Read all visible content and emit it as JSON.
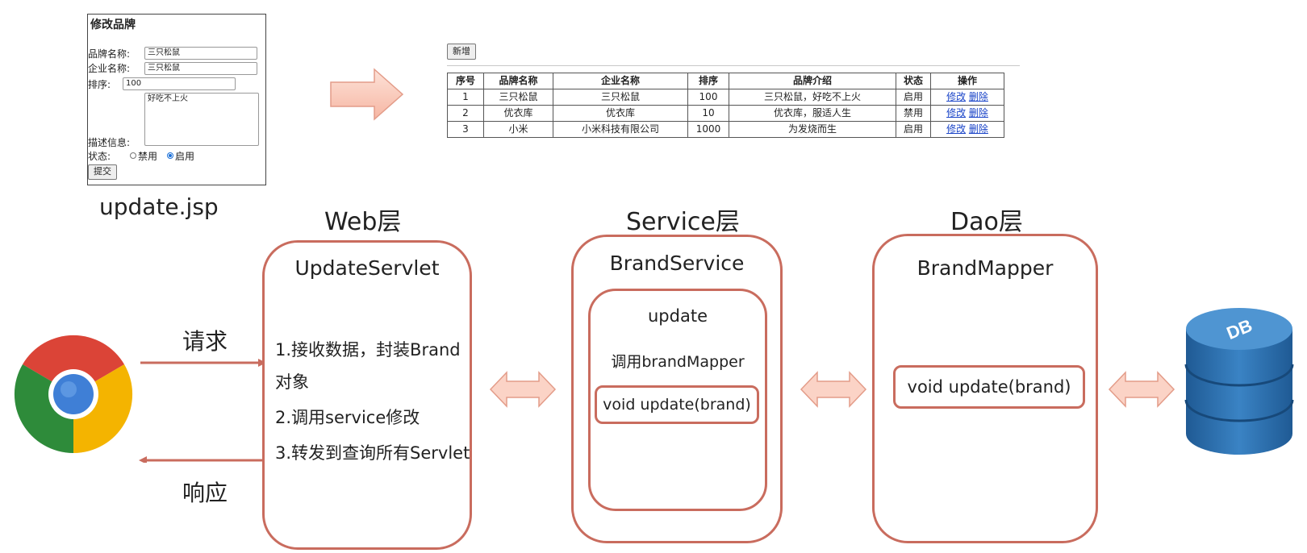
{
  "form": {
    "title": "修改品牌",
    "brand_name_label": "品牌名称:",
    "brand_name_value": "三只松鼠",
    "company_name_label": "企业名称:",
    "company_name_value": "三只松鼠",
    "ordered_label": "排序:",
    "ordered_value": "100",
    "description_label": "描述信息:",
    "description_value": "好吃不上火",
    "status_label": "状态:",
    "status_disabled": "禁用",
    "status_enabled": "启用",
    "status_selected": "启用",
    "submit_label": "提交"
  },
  "page_caption": "update.jsp",
  "brand_table": {
    "add_button": "新增",
    "headers": [
      "序号",
      "品牌名称",
      "企业名称",
      "排序",
      "品牌介绍",
      "状态",
      "操作"
    ],
    "edit_label": "修改",
    "delete_label": "删除",
    "rows": [
      [
        "1",
        "三只松鼠",
        "三只松鼠",
        "100",
        "三只松鼠，好吃不上火",
        "启用"
      ],
      [
        "2",
        "优衣库",
        "优衣库",
        "10",
        "优衣库，服适人生",
        "禁用"
      ],
      [
        "3",
        "小米",
        "小米科技有限公司",
        "1000",
        "为发烧而生",
        "启用"
      ]
    ]
  },
  "flow": {
    "request_label": "请求",
    "response_label": "响应"
  },
  "web_layer": {
    "title": "Web层",
    "component": "UpdateServlet",
    "steps": [
      "1.接收数据，封装Brand",
      "对象",
      "2.调用service修改",
      "3.转发到查询所有Servlet"
    ]
  },
  "service_layer": {
    "title": "Service层",
    "component": "BrandService",
    "method_group": "update",
    "call": "调用brandMapper",
    "method": "void update(brand)"
  },
  "dao_layer": {
    "title": "Dao层",
    "component": "BrandMapper",
    "method": "void update(brand)"
  },
  "database": {
    "label": "DB"
  },
  "colors": {
    "box_border": "#c96c5e",
    "arrow_fill": "#fbd3c6",
    "arrow_stroke": "#e39c89",
    "db_blue": "#2f6fab"
  }
}
